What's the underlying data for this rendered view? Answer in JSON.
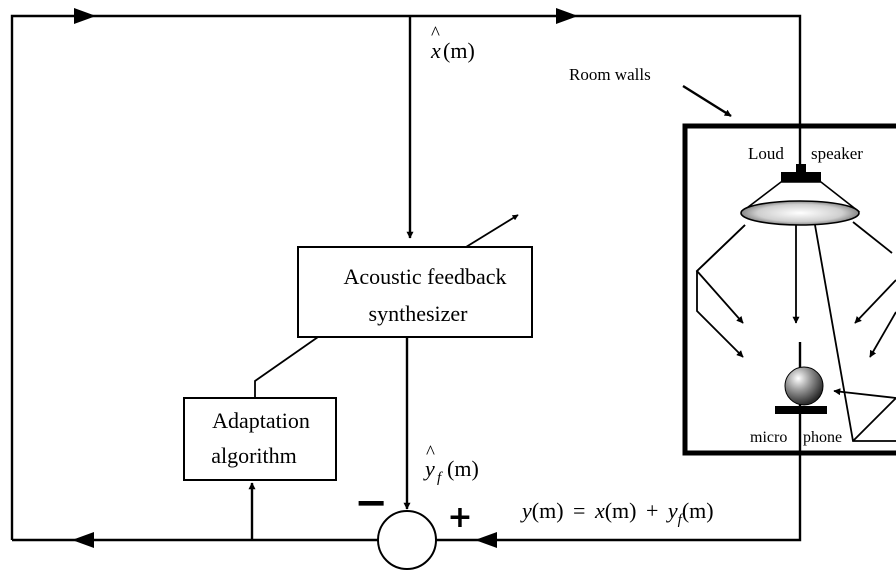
{
  "blocks": {
    "synthesizer": {
      "line1": "Acoustic feedback",
      "line2": "synthesizer"
    },
    "adaptation": {
      "line1": "Adaptation",
      "line2": "algorithm"
    }
  },
  "room": {
    "walls_label": "Room walls",
    "speaker_label_a": "Loud",
    "speaker_label_b": "speaker",
    "mic_label_a": "micro",
    "mic_label_b": "phone"
  },
  "signals": {
    "x_hat": {
      "base": "x",
      "hat": "^",
      "arg": "(m)"
    },
    "y_f_hat": {
      "base": "y",
      "hat": "^",
      "sub": "f",
      "arg": "(m)"
    },
    "y_eq": {
      "y": "y",
      "m1": "(m)",
      "eq": "=",
      "x": "x",
      "m2": "(m)",
      "plus": "+",
      "yf": "y",
      "sub": "f",
      "m3": "(m)"
    }
  },
  "summer": {
    "minus": "−",
    "plus": "+"
  }
}
